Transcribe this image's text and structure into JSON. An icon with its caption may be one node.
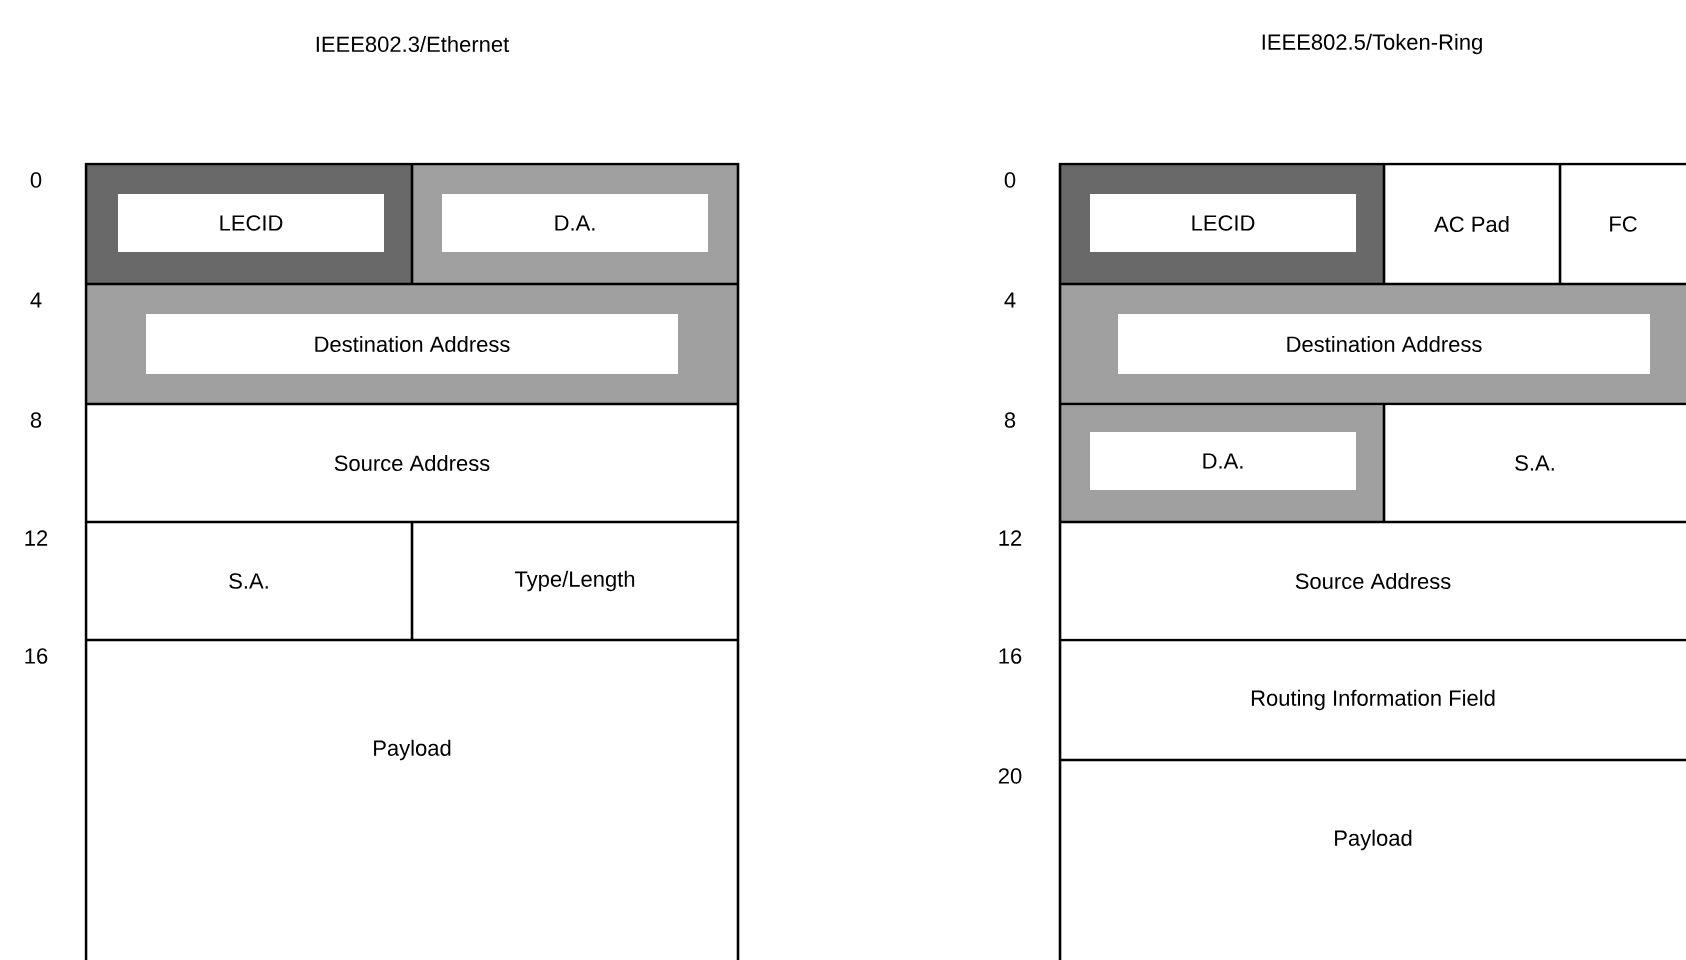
{
  "diagram": {
    "nodes": [
      {
        "text": [
          "LECID"
        ]
      },
      {
        "text": [
          "D.A."
        ]
      },
      {
        "text": [
          "Destination Address"
        ]
      },
      {
        "text": [
          "Source Address"
        ]
      },
      {
        "text": [
          "S.A."
        ]
      },
      {
        "text": [
          "Type/Length"
        ]
      },
      {
        "text": [
          "Payload"
        ]
      },
      {
        "text": [
          "LECID"
        ]
      },
      {
        "text": [
          "AC Pad"
        ]
      },
      {
        "text": [
          "FC"
        ]
      },
      {
        "text": [
          "Destination Address"
        ]
      },
      {
        "text": [
          "D.A."
        ]
      },
      {
        "text": [
          "S.A."
        ]
      },
      {
        "text": [
          "Source Address"
        ]
      },
      {
        "text": [
          "Routing Information Field"
        ]
      },
      {
        "text": [
          "Payload"
        ]
      }
    ],
    "labels": [
      "IEEE802.3/Ethernet",
      "IEEE802.5/Token-Ring",
      "0",
      "4",
      "8",
      "12",
      "16",
      "0",
      "4",
      "8",
      "12",
      "16",
      "20"
    ]
  }
}
